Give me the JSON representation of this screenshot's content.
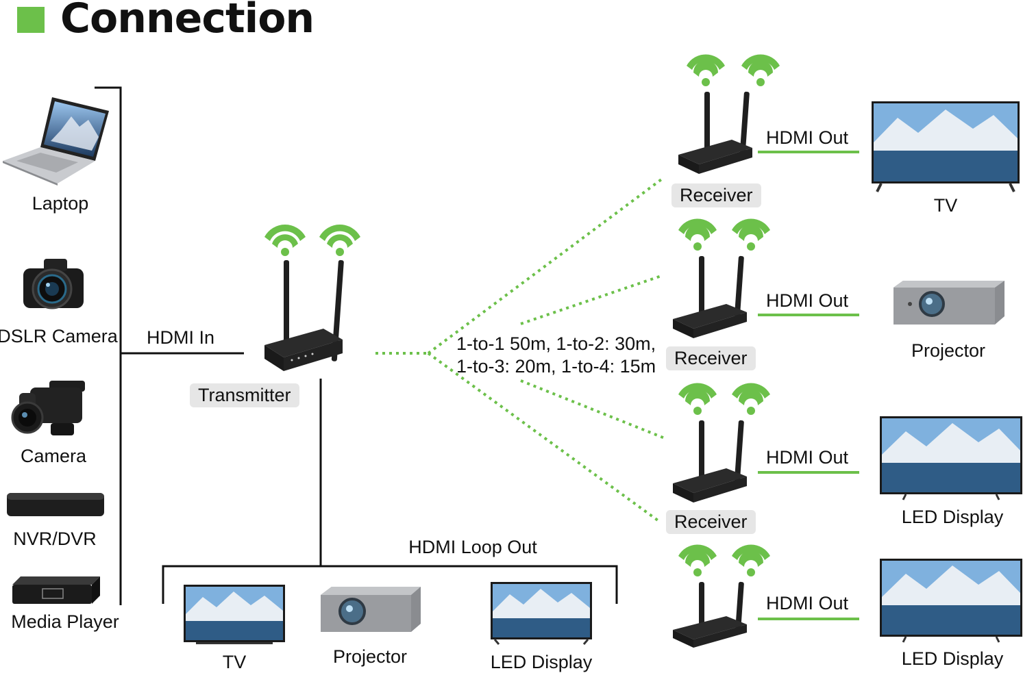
{
  "title": "Connection",
  "accent_color": "#6cc04a",
  "sources": [
    {
      "label": "Laptop",
      "icon": "laptop-icon"
    },
    {
      "label": "DSLR Camera",
      "icon": "dslr-camera-icon"
    },
    {
      "label": "Camera",
      "icon": "camcorder-icon"
    },
    {
      "label": "NVR/DVR",
      "icon": "nvr-dvr-icon"
    },
    {
      "label": "Media Player",
      "icon": "media-player-icon"
    }
  ],
  "hdmi_in_label": "HDMI In",
  "transmitter_label": "Transmitter",
  "range_text_1": "1-to-1 50m, 1-to-2: 30m,",
  "range_text_2": "1-to-3: 20m, 1-to-4: 15m",
  "loop_out_label": "HDMI Loop Out",
  "loop_displays": [
    {
      "label": "TV",
      "icon": "tv-icon"
    },
    {
      "label": "Projector",
      "icon": "projector-icon"
    },
    {
      "label": "LED Display",
      "icon": "led-display-icon"
    }
  ],
  "receivers": [
    {
      "tag": "Receiver",
      "out_label": "HDMI Out",
      "display": "TV",
      "display_icon": "tv-icon"
    },
    {
      "tag": "Receiver",
      "out_label": "HDMI Out",
      "display": "Projector",
      "display_icon": "projector-icon"
    },
    {
      "tag": "Receiver",
      "out_label": "HDMI Out",
      "display": "LED Display",
      "display_icon": "led-display-icon"
    },
    {
      "tag": "",
      "out_label": "HDMI Out",
      "display": "LED Display",
      "display_icon": "led-display-icon"
    }
  ]
}
